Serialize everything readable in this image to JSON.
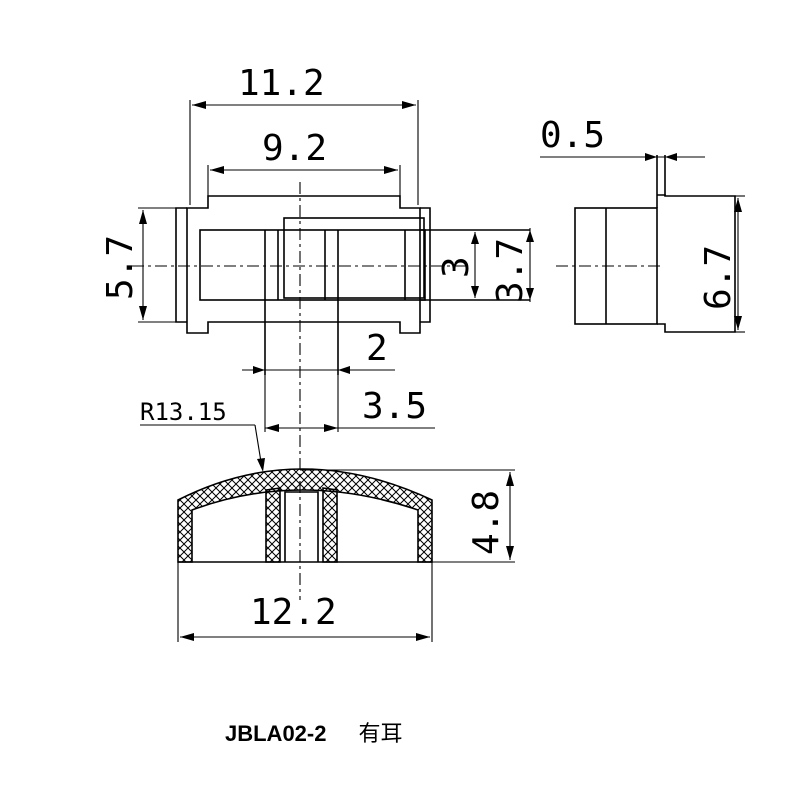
{
  "dimensions": {
    "outer_width": "11.2",
    "inner_width": "9.2",
    "thickness": "0.5",
    "height_left": "5.7",
    "window_height": "3",
    "stem_height": "3.7",
    "side_height": "6.7",
    "slot_width": "2",
    "stem_width": "3.5",
    "radius": "R13.15",
    "cap_height": "4.8",
    "cap_width": "12.2"
  },
  "caption": {
    "part_number": "JBLA02-2",
    "note": "有耳"
  }
}
